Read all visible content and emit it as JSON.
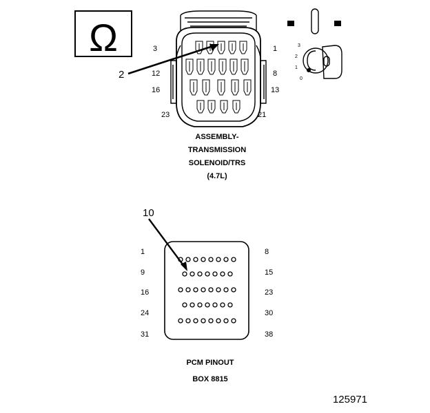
{
  "symbol": {
    "glyph": "Ω",
    "name": "ohmmeter-icon"
  },
  "connector_top": {
    "title_lines": [
      "ASSEMBLY-",
      "TRANSMISSION",
      "SOLENOID/TRS",
      "(4.7L)"
    ],
    "pins": {
      "p3": "3",
      "p1": "1",
      "p12": "12",
      "p8": "8",
      "p16": "16",
      "p13": "13",
      "p23": "23",
      "p21": "21"
    },
    "callout": "2"
  },
  "probe_key": {
    "labels": [
      "3",
      "2",
      "1",
      "0"
    ]
  },
  "pcm": {
    "title_lines": [
      "PCM PINOUT",
      "BOX 8815"
    ],
    "pins": {
      "p1": "1",
      "p8": "8",
      "p9": "9",
      "p15": "15",
      "p16": "16",
      "p23": "23",
      "p24": "24",
      "p30": "30",
      "p31": "31",
      "p38": "38"
    },
    "rows": [
      8,
      7,
      8,
      7,
      8
    ],
    "callout": "10"
  },
  "figure_number": "125971"
}
